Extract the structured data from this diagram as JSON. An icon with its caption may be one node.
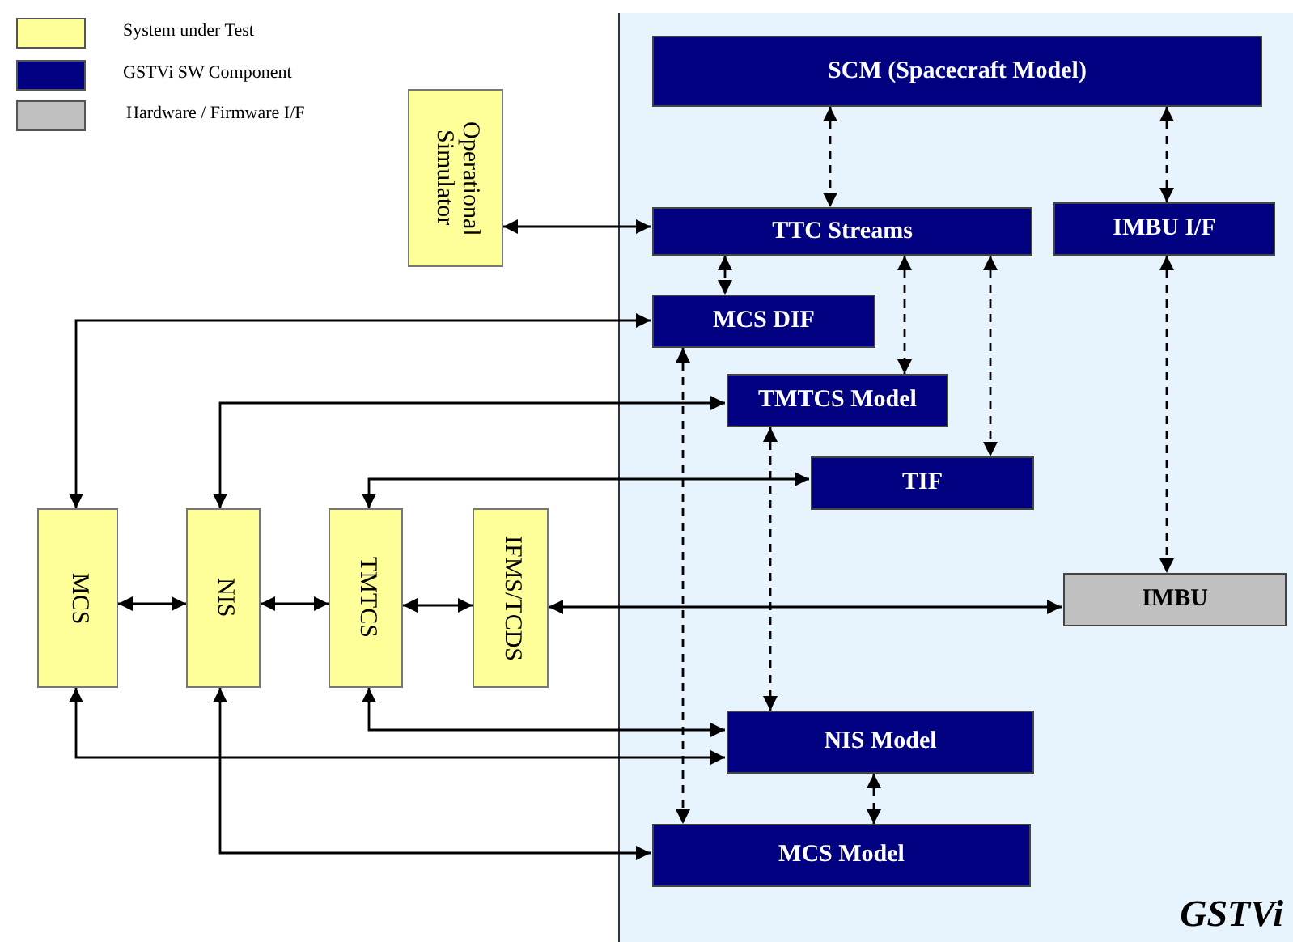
{
  "diagram": {
    "nodes": [
      {
        "text": [
          "Operational Simulator"
        ]
      },
      {
        "text": [
          "GSTVi"
        ]
      },
      {
        "text": [
          "SCM (Spacecraft Model)"
        ],
        "in": 1
      },
      {
        "text": [
          "TTC Streams"
        ],
        "in": 1
      },
      {
        "text": [
          "IMBU I/F"
        ],
        "in": 1
      },
      {
        "text": [
          "MCS DIF"
        ],
        "in": 1
      },
      {
        "text": [
          "TMTCS Model"
        ],
        "in": 1
      },
      {
        "text": [
          "TIF"
        ],
        "in": 1
      },
      {
        "text": [
          "IMBU"
        ],
        "in": 1
      },
      {
        "text": [
          "NIS Model"
        ],
        "in": 1
      },
      {
        "text": [
          "MCS Model"
        ],
        "in": 1
      },
      {
        "text": [
          "MCS"
        ]
      },
      {
        "text": [
          "NIS"
        ]
      },
      {
        "text": [
          "TMTCS"
        ]
      },
      {
        "text": [
          "IFMS/TCDS"
        ]
      }
    ],
    "edges": [
      {
        "from": 2,
        "to": 3,
        "arrow": "both",
        "style": "dashed"
      },
      {
        "from": 2,
        "to": 4,
        "arrow": "both",
        "style": "dashed"
      },
      {
        "from": 0,
        "to": 3,
        "arrow": "both"
      },
      {
        "from": 3,
        "to": 5,
        "arrow": "both",
        "style": "dashed"
      },
      {
        "from": 3,
        "to": 6,
        "arrow": "both",
        "style": "dashed"
      },
      {
        "from": 3,
        "to": 7,
        "arrow": "both",
        "style": "dashed"
      },
      {
        "from": 4,
        "to": 8,
        "arrow": "both",
        "style": "dashed"
      },
      {
        "from": 5,
        "to": 10,
        "arrow": "both",
        "style": "dashed"
      },
      {
        "from": 6,
        "to": 9,
        "arrow": "both",
        "style": "dashed"
      },
      {
        "from": 9,
        "to": 10,
        "arrow": "both",
        "style": "dashed"
      },
      {
        "from": 11,
        "to": 5,
        "arrow": "both"
      },
      {
        "from": 12,
        "to": 6,
        "arrow": "both"
      },
      {
        "from": 13,
        "to": 7,
        "arrow": "both"
      },
      {
        "from": 11,
        "to": 12,
        "arrow": "both"
      },
      {
        "from": 12,
        "to": 13,
        "arrow": "both"
      },
      {
        "from": 13,
        "to": 14,
        "arrow": "both"
      },
      {
        "from": 14,
        "to": 8,
        "arrow": "both"
      },
      {
        "from": 13,
        "to": 9,
        "arrow": "both"
      },
      {
        "from": 11,
        "to": 9,
        "arrow": "both"
      },
      {
        "from": 12,
        "to": 10,
        "arrow": "both"
      }
    ],
    "legend": [
      {
        "text": "System under Test",
        "color": "#ffff99"
      },
      {
        "text": "GSTVi SW Component",
        "color": "#000080"
      },
      {
        "text": "Hardware / Firmware I/F",
        "color": "#c0c0c0"
      }
    ]
  }
}
